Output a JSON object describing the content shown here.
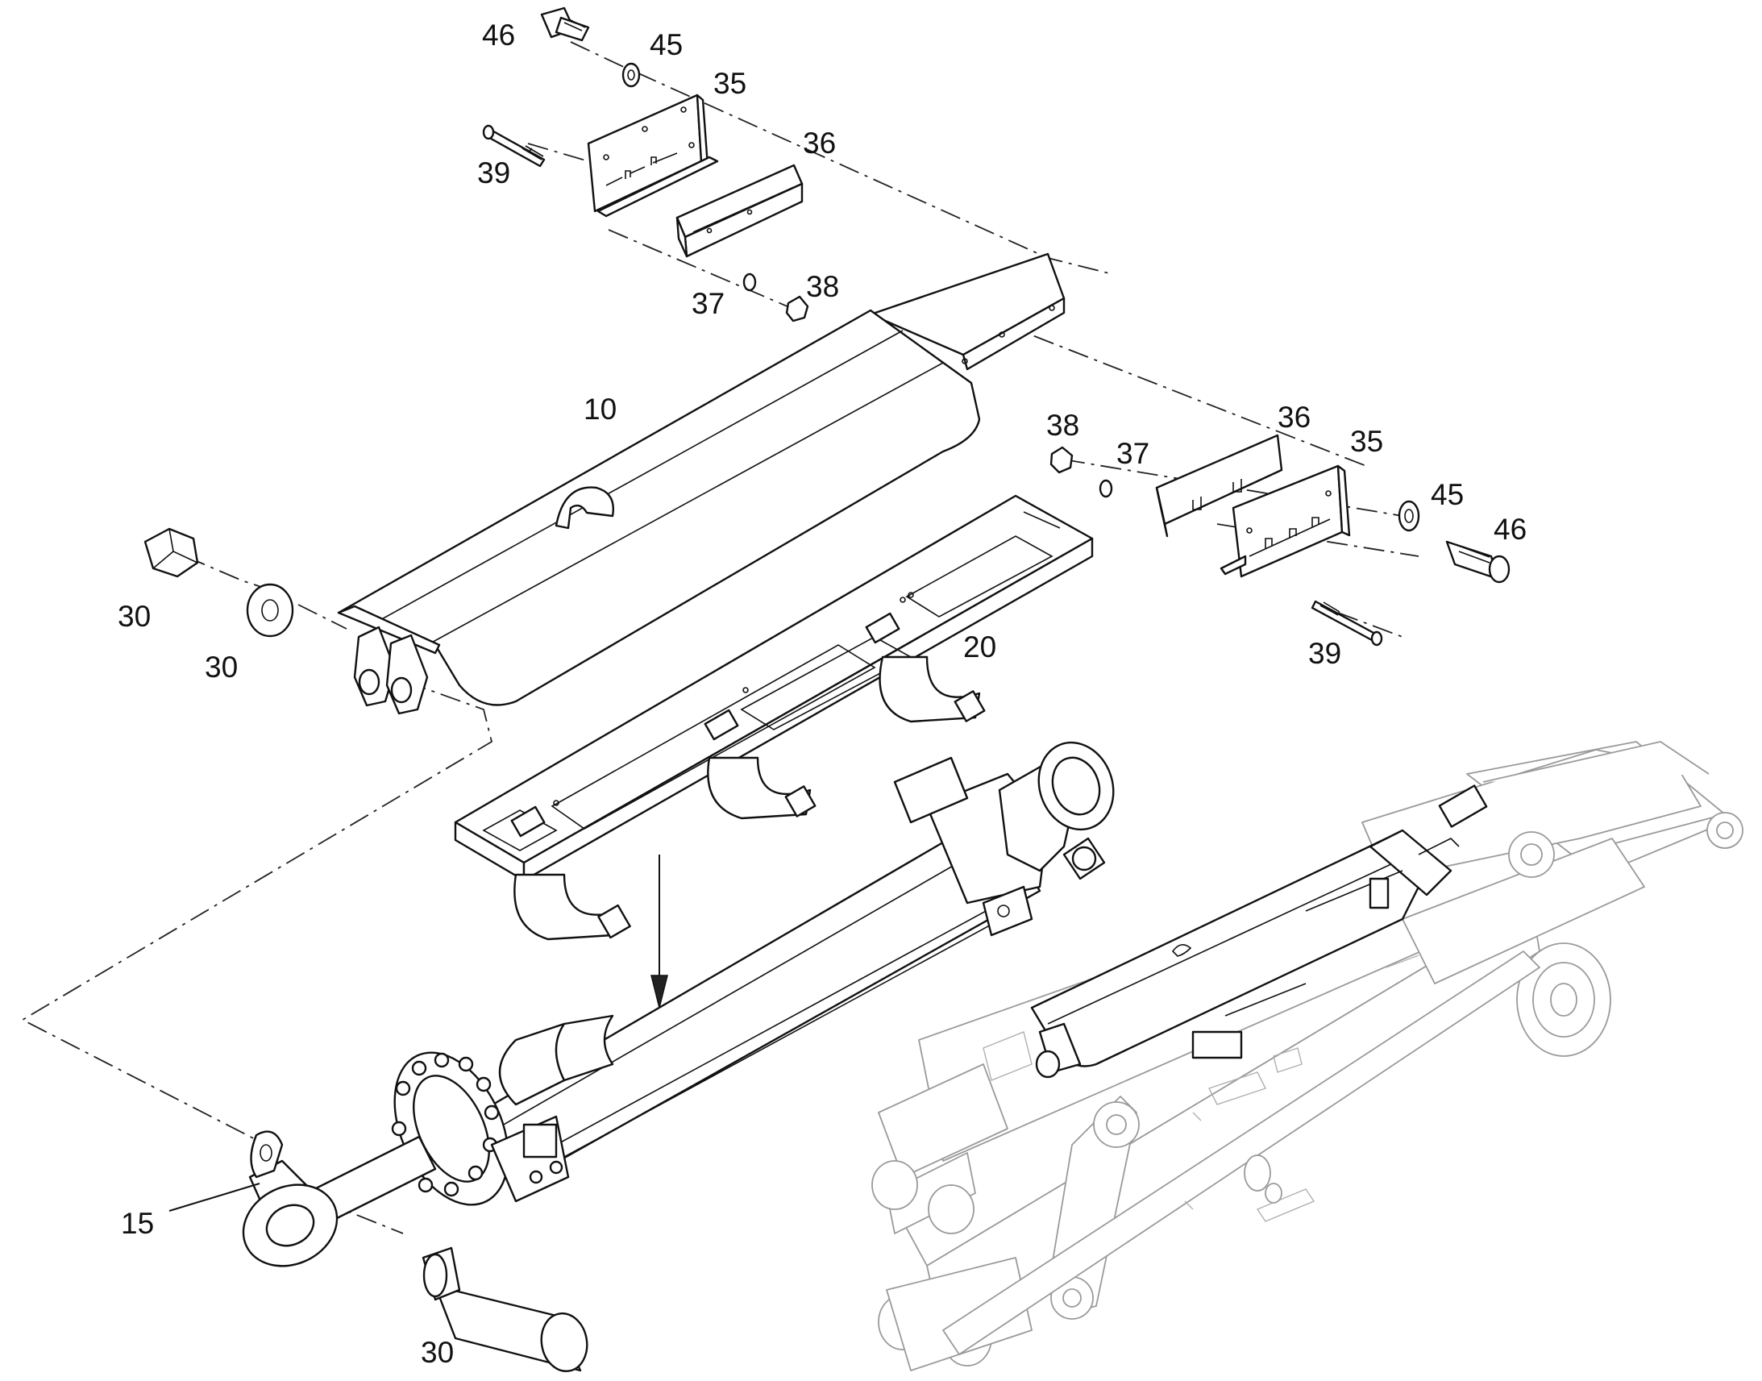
{
  "labels": {
    "p46_top": "46",
    "p45_top": "45",
    "p35_top": "35",
    "p36_top": "36",
    "p39_top": "39",
    "p37_top": "37",
    "p38_top": "38",
    "p10": "10",
    "p38_right": "38",
    "p37_right": "37",
    "p36_right": "36",
    "p35_right": "35",
    "p45_right": "45",
    "p46_right": "46",
    "p30_nut": "30",
    "p30_washer": "30",
    "p20": "20",
    "p39_right": "39",
    "p15": "15",
    "p30_pin": "30"
  },
  "colors": {
    "line": "#111111",
    "ghost": "#9a9a9a",
    "background": "#ffffff"
  }
}
